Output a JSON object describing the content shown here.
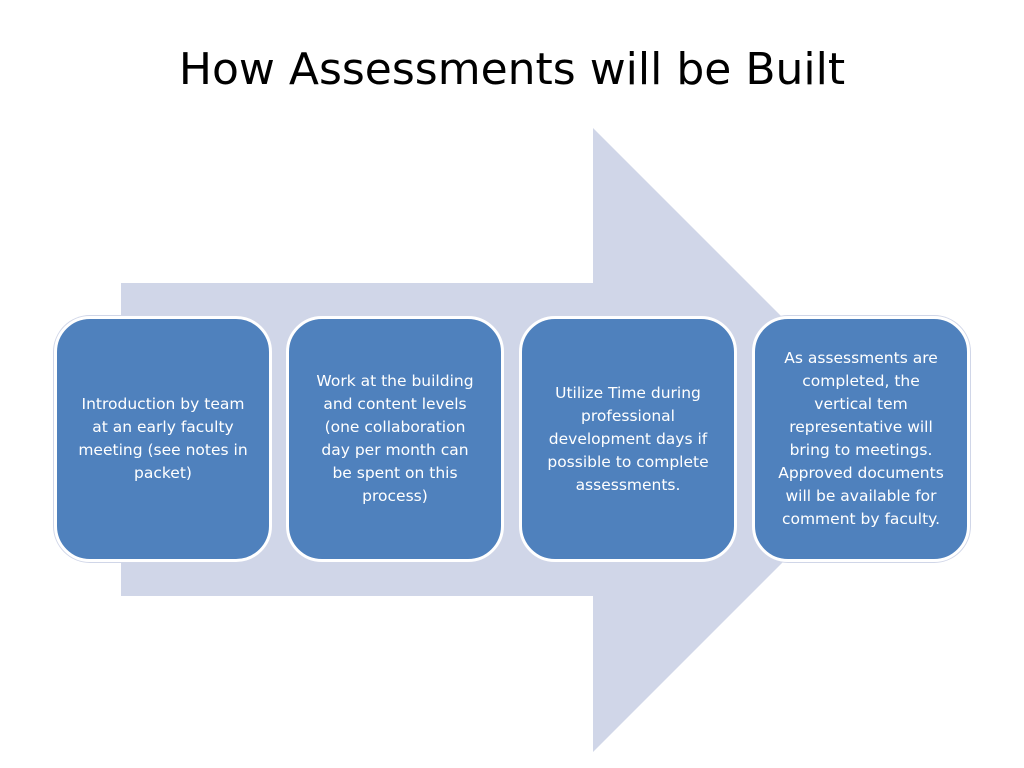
{
  "slide": {
    "title": "How Assessments will be Built"
  },
  "colors": {
    "arrow_fill": "#d0d6e8",
    "box_fill": "#4f81bd",
    "box_border": "#ffffff",
    "text": "#ffffff"
  },
  "steps": [
    {
      "text": "Introduction by team\nat an early faculty\nmeeting (see notes in\npacket)"
    },
    {
      "text": "Work at the building\nand content levels\n(one collaboration\nday per month can\nbe spent on this\nprocess)"
    },
    {
      "text": "Utilize Time during\nprofessional\ndevelopment days if\npossible to complete\nassessments."
    },
    {
      "text": "As assessments are\ncompleted, the\nvertical tem\nrepresentative will\nbring to meetings.\nApproved documents\nwill be available for\ncomment by  faculty."
    }
  ]
}
